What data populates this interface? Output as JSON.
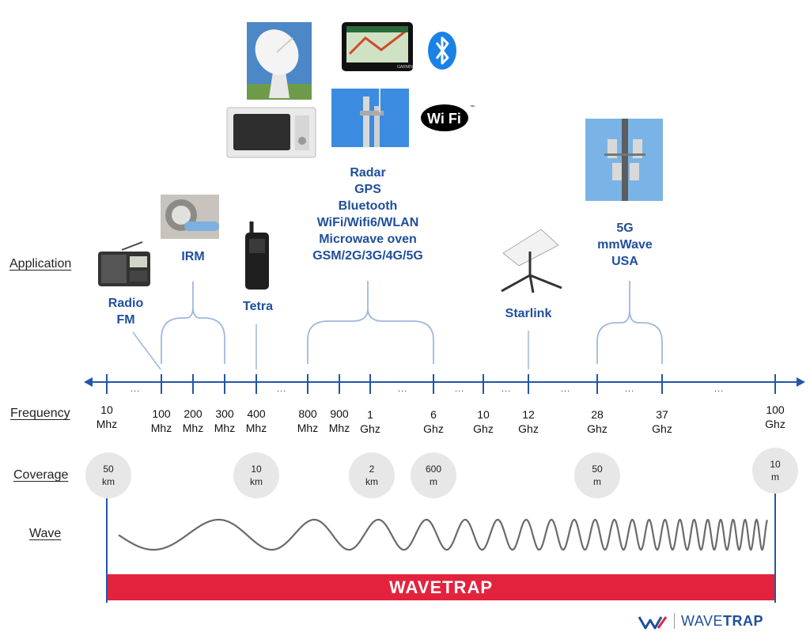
{
  "row_labels": {
    "application": "Application",
    "frequency": "Frequency",
    "coverage": "Coverage",
    "wave": "Wave"
  },
  "applications": {
    "radio": [
      "Radio",
      "FM"
    ],
    "irm": "IRM",
    "tetra": "Tetra",
    "microwave": [
      "Radar",
      "GPS",
      "Bluetooth",
      "WiFi/Wifi6/WLAN",
      "Microwave oven",
      "GSM/2G/3G/4G/5G"
    ],
    "starlink": "Starlink",
    "mmwave": [
      "5G",
      "mmWave",
      "USA"
    ]
  },
  "frequencies": [
    {
      "value": "10",
      "unit": "Mhz"
    },
    {
      "value": "100",
      "unit": "Mhz"
    },
    {
      "value": "200",
      "unit": "Mhz"
    },
    {
      "value": "300",
      "unit": "Mhz"
    },
    {
      "value": "400",
      "unit": "Mhz"
    },
    {
      "value": "800",
      "unit": "Mhz"
    },
    {
      "value": "900",
      "unit": "Mhz"
    },
    {
      "value": "1",
      "unit": "Ghz"
    },
    {
      "value": "6",
      "unit": "Ghz"
    },
    {
      "value": "10",
      "unit": "Ghz"
    },
    {
      "value": "12",
      "unit": "Ghz"
    },
    {
      "value": "28",
      "unit": "Ghz"
    },
    {
      "value": "37",
      "unit": "Ghz"
    },
    {
      "value": "100",
      "unit": "Ghz"
    }
  ],
  "ellipsis": "...",
  "coverage": [
    {
      "value": "50",
      "unit": "km"
    },
    {
      "value": "10",
      "unit": "km"
    },
    {
      "value": "2",
      "unit": "km"
    },
    {
      "value": "600",
      "unit": "m"
    },
    {
      "value": "50",
      "unit": "m"
    },
    {
      "value": "10",
      "unit": "m"
    }
  ],
  "bar_label": "WAVETRAP",
  "brand": {
    "part1": "WAVE",
    "part2": "TRAP"
  },
  "logos": {
    "wifi": "Wi Fi",
    "wifi_tm": "™",
    "gps_brand": "GARMIN"
  },
  "colors": {
    "accent_blue": "#1f4f9c",
    "red": "#e3233d",
    "axis": "#2356a8",
    "bracket": "#9fb8df"
  }
}
